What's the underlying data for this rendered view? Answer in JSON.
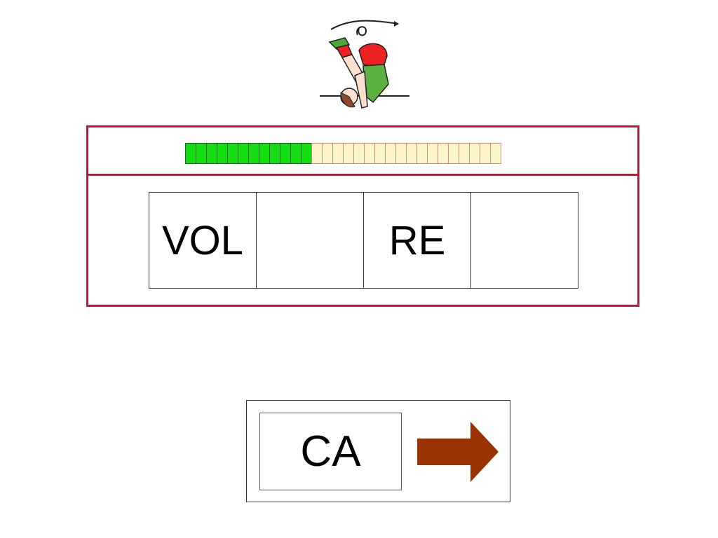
{
  "illustration": {
    "icon": "gymnast-flip-icon"
  },
  "progress": {
    "filled": 12,
    "total": 30,
    "filled_color": "#11dd11",
    "empty_color": "#fdf6c8"
  },
  "syllables": [
    {
      "text": "VOL"
    },
    {
      "text": ""
    },
    {
      "text": "RE"
    },
    {
      "text": ""
    }
  ],
  "answer": {
    "choice": "CA",
    "next_icon": "right-arrow-icon",
    "arrow_color": "#9a3300"
  },
  "colors": {
    "frame": "#b0203a"
  }
}
